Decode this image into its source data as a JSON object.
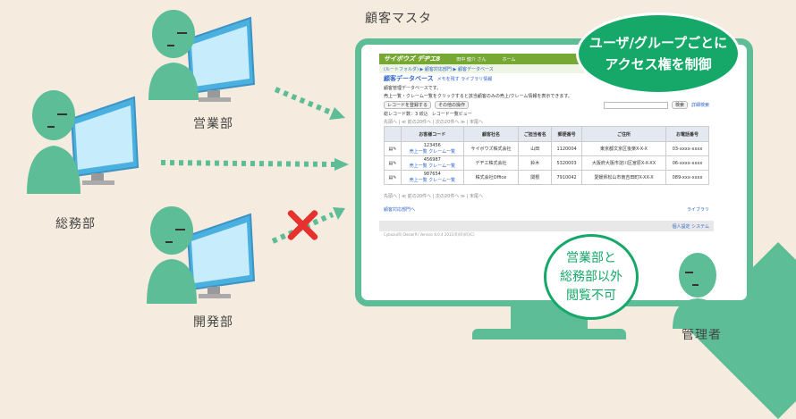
{
  "labels": {
    "master_title": "顧客マスタ",
    "sales": "営業部",
    "general": "総務部",
    "dev": "開発部",
    "admin": "管理者"
  },
  "bubble": {
    "line1": "ユーザ/グループごとに",
    "line2": "アクセス権を制御"
  },
  "bubble2": {
    "line1": "営業部と",
    "line2": "総務部以外",
    "line3": "閲覧不可"
  },
  "app": {
    "logo": "サイボウズ デヂエ8",
    "user": "田中 健介 さん",
    "home": "ホーム",
    "crumb": "(ルートフォルダ) ▶ 顧客対応部門 ▶ 顧客データベース",
    "db_title": "顧客データベース",
    "db_links": "メモを残す  ライブラリ情報",
    "desc1": "顧客管理データベースです。",
    "desc2": "売上一覧・クレーム一覧をクリックすると該当顧客のみの売上/クレーム情報を表示できます。",
    "add_btn": "レコードを登録する",
    "other_btn": "その他の操作",
    "search_btn": "検索",
    "detail_search": "詳細検索",
    "count": "総レコード数：3  絞込",
    "view_label": "レコード一覧ビュー",
    "pager": "先頭へ | ≪ 前の20件へ | 次の20件へ ≫ | 末尾へ",
    "headers": [
      "お客様コード",
      "顧客社名",
      "ご担当者名",
      "郵便番号",
      "ご住所",
      "お電話番号"
    ],
    "rows": [
      {
        "code": "123456",
        "links": "売上一覧  クレーム一覧",
        "name": "サイボウズ株式会社",
        "person": "山田",
        "zip": "1120004",
        "addr": "東京都文京区後楽X-X-X",
        "tel": "03-xxxx-xxxx"
      },
      {
        "code": "456987",
        "links": "売上一覧  クレーム一覧",
        "name": "デヂエ株式会社",
        "person": "鈴木",
        "zip": "5320003",
        "addr": "大阪府大阪市淀川区宮原X-X-XX",
        "tel": "06-xxxx-xxxx"
      },
      {
        "code": "987654",
        "links": "売上一覧  クレーム一覧",
        "name": "株式会社Office",
        "person": "関根",
        "zip": "7910042",
        "addr": "愛媛県松山市南吉田町X-XX-X",
        "tel": "089-xxx-xxxx"
      }
    ],
    "back_link": "顧客対応部門へ",
    "library_link": "ライブラリ",
    "settings": "個人設定  システム",
    "footer": "Cybozu(R) Dezie(R) Version 8.0.4 2011(R)(R)(R)(C)"
  },
  "colors": {
    "green": "#5cbd96",
    "dark_green": "#15a868",
    "bg": "#f5ecdf",
    "arrow_red": "#e6312f"
  }
}
